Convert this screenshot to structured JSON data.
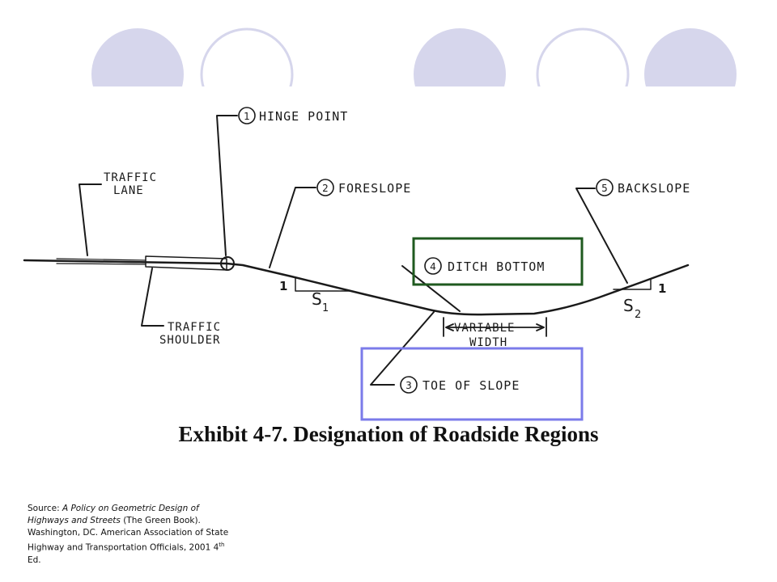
{
  "labels": {
    "hinge_point": "HINGE POINT",
    "hinge_num": "1",
    "foreslope": "FORESLOPE",
    "foreslope_num": "2",
    "toe_of_slope": "TOE OF SLOPE",
    "toe_num": "3",
    "ditch_bottom": "DITCH BOTTOM",
    "ditch_num": "4",
    "backslope": "BACKSLOPE",
    "backslope_num": "5",
    "traffic_lane_1": "TRAFFIC",
    "traffic_lane_2": "LANE",
    "traffic_shoulder_1": "TRAFFIC",
    "traffic_shoulder_2": "SHOULDER",
    "variable": "VARIABLE",
    "width": "WIDTH",
    "slope1_rise": "1",
    "slope1_s": "S",
    "slope1_sub": "1",
    "slope2_rise": "1",
    "slope2_s": "S",
    "slope2_sub": "2"
  },
  "title": "Exhibit 4-7.  Designation of Roadside Regions",
  "source": {
    "prefix": "Source: ",
    "book": "A Policy on Geometric Design of Highways and Streets",
    "rest": " (The Green Book). Washington, DC. American Association of State Highway and Transportation Officials, 2001 4",
    "sup": "th",
    "suffix": " Ed."
  },
  "colors": {
    "circle_fill": "#d6d6ec",
    "circle_stroke": "#d6d6ec",
    "ditch_box": "#1f5a1f",
    "toe_box": "#7b7bea"
  }
}
